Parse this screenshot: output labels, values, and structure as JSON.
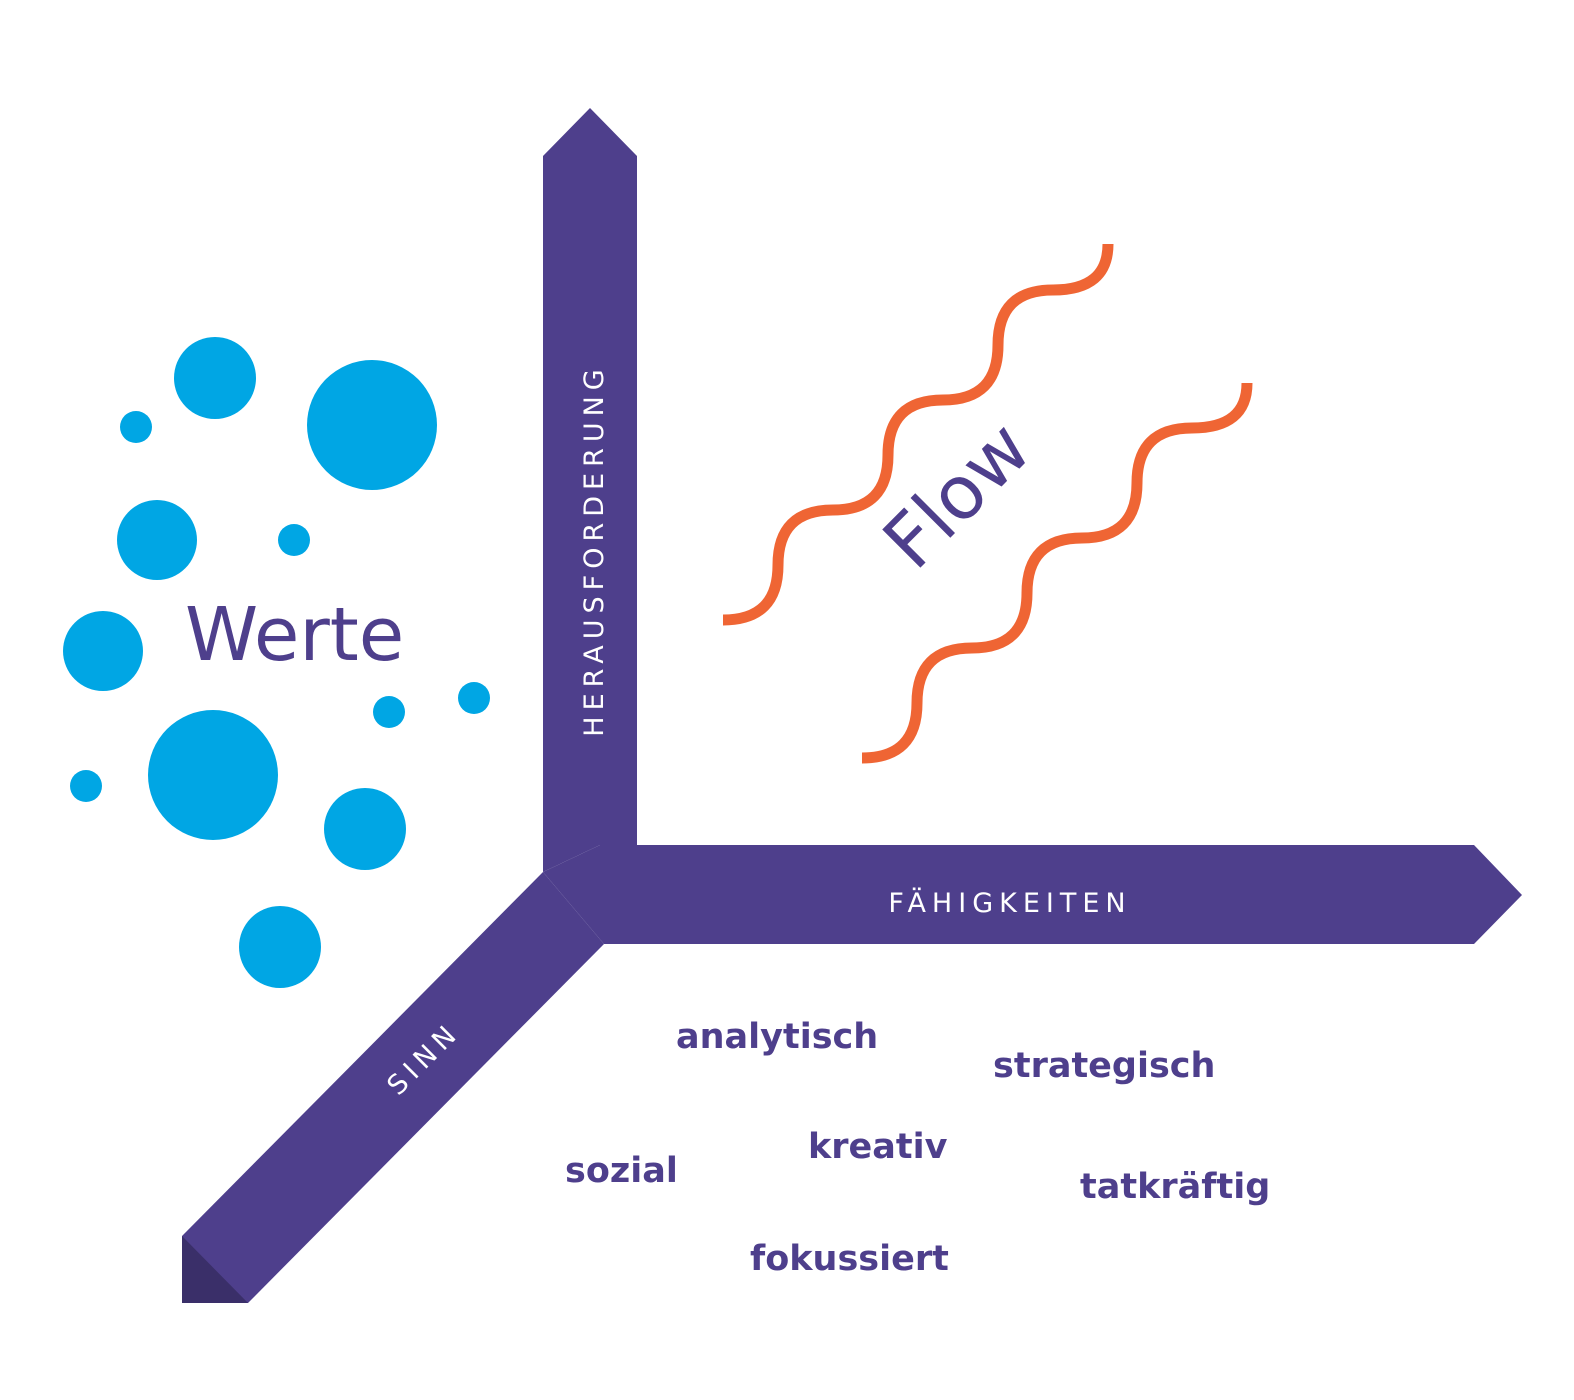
{
  "colors": {
    "axis": "#4e3f8c",
    "values_dots": "#00a6e4",
    "flow_waves": "#ef6534",
    "text": "#4e3f8c",
    "axis_label": "#ffffff"
  },
  "axes": {
    "vertical": "HERAUSFORDERUNG",
    "horizontal": "FÄHIGKEITEN",
    "diagonal": "SINN"
  },
  "labels": {
    "values": "Werte",
    "flow": "Flow"
  },
  "skills": [
    "analytisch",
    "strategisch",
    "kreativ",
    "sozial",
    "tatkräftig",
    "fokussiert"
  ]
}
